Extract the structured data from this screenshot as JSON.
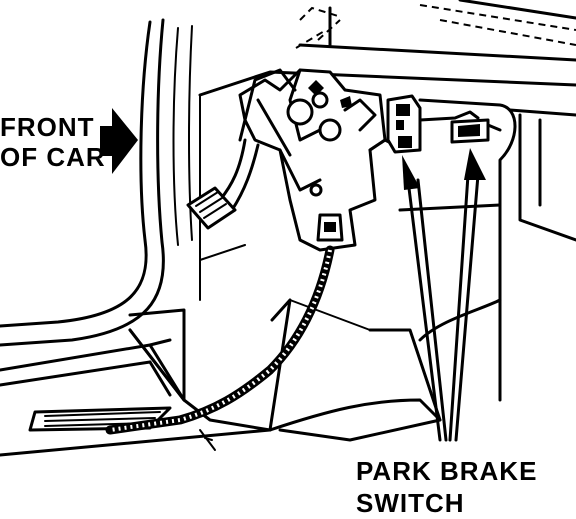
{
  "labels": {
    "front_line1": "FRONT",
    "front_line2": "OF CAR",
    "switch_line1": "PARK BRAKE",
    "switch_line2": "SWITCH"
  },
  "colors": {
    "ink": "#000000",
    "paper": "#ffffff"
  }
}
